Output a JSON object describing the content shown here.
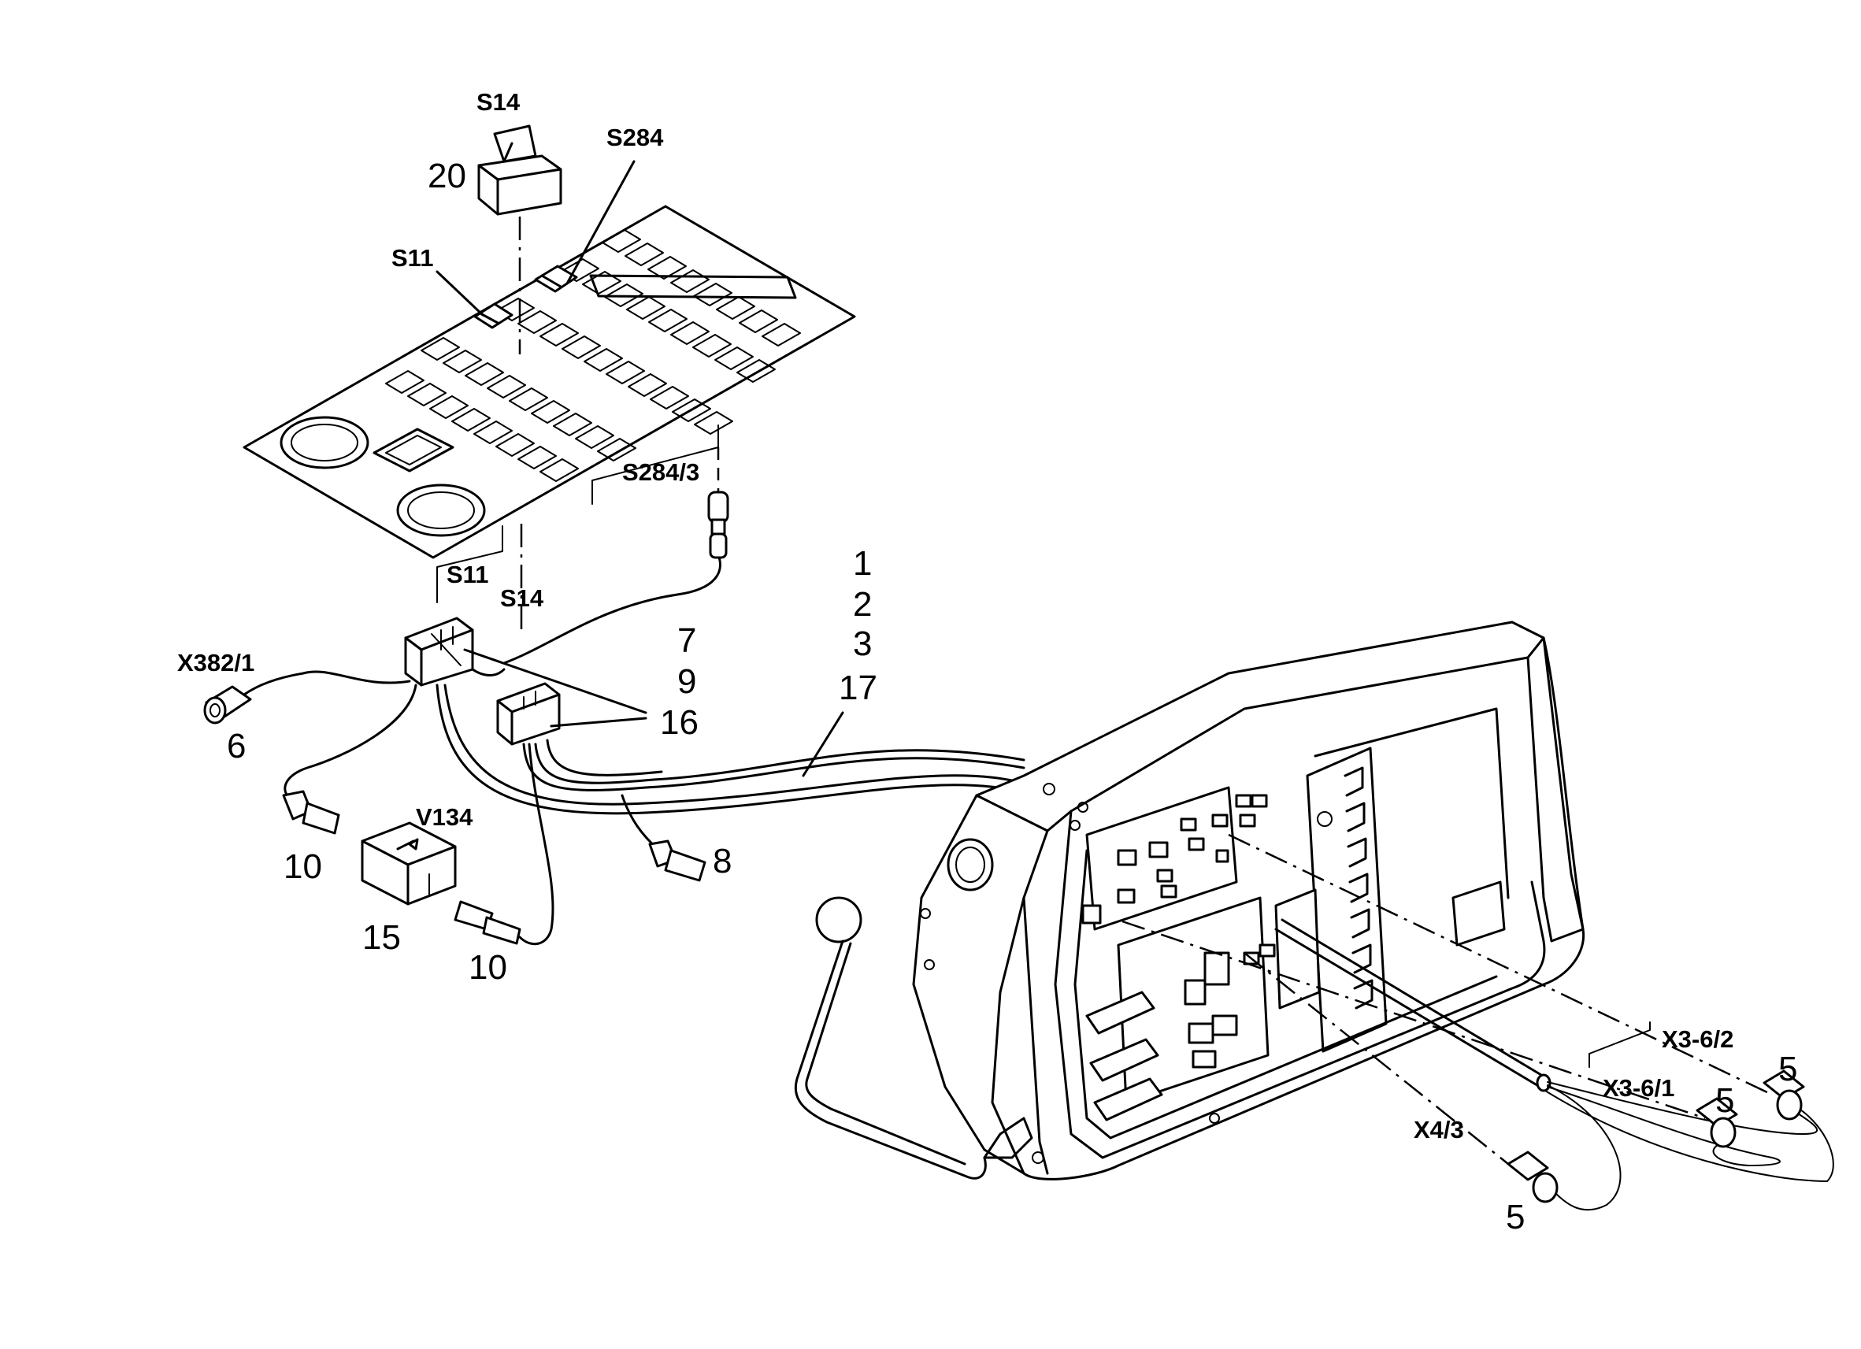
{
  "designations": {
    "s14_top": "S14",
    "s284": "S284",
    "s11_top": "S11",
    "s284_3": "S284/3",
    "s11_mid": "S11",
    "s14_mid": "S14",
    "x382_1": "X382/1",
    "v134": "V134",
    "x3_6_2": "X3-6/2",
    "x3_6_1": "X3-6/1",
    "x4_3": "X4/3"
  },
  "item_numbers": {
    "n20": "20",
    "n1": "1",
    "n2": "2",
    "n3": "3",
    "n17": "17",
    "n7": "7",
    "n9": "9",
    "n16": "16",
    "n6": "6",
    "n10_left": "10",
    "n8": "8",
    "n15": "15",
    "n10_bottom": "10",
    "n5_a": "5",
    "n5_b": "5",
    "n5_c": "5"
  }
}
